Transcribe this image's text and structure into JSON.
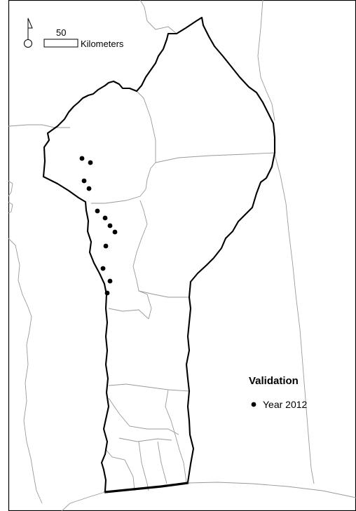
{
  "scale_bar": {
    "value_label": "50",
    "unit_label": "Kilometers"
  },
  "legend": {
    "title": "Validation",
    "items": [
      {
        "label": "Year 2012",
        "symbol": "filled-circle",
        "color": "#000000"
      }
    ]
  },
  "north_arrow": {
    "icon": "north-arrow-icon"
  },
  "validation_points_count": 12,
  "colors": {
    "boundary": "#000000",
    "admin": "#9a9a9a",
    "background": "#ffffff",
    "point": "#000000"
  }
}
